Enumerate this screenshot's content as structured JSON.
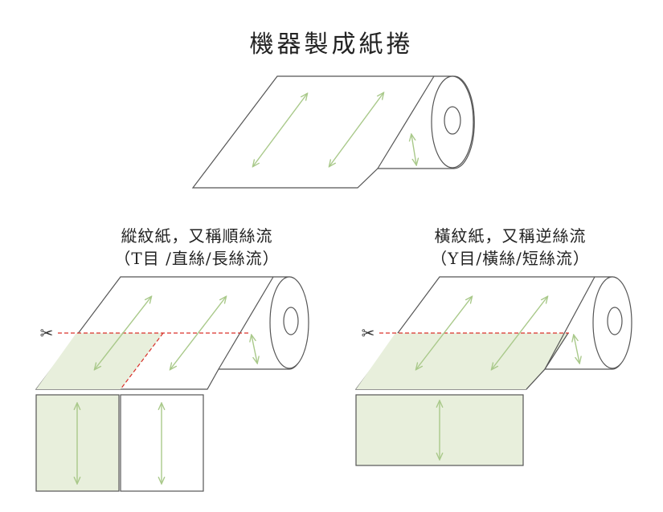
{
  "title": "機器製成紙捲",
  "left_caption": {
    "line1": "縱紋紙，又稱順絲流",
    "line2": "（T目 /直絲/長絲流）"
  },
  "right_caption": {
    "line1": "橫紋紙，又稱逆絲流",
    "line2": "（Y目/橫絲/短絲流）"
  },
  "colors": {
    "outline": "#555555",
    "grain_arrow": "#a9c98a",
    "sheet_fill": "#e8efdc",
    "cut_line": "#d9302a"
  },
  "icons": {
    "scissors": "✂"
  }
}
